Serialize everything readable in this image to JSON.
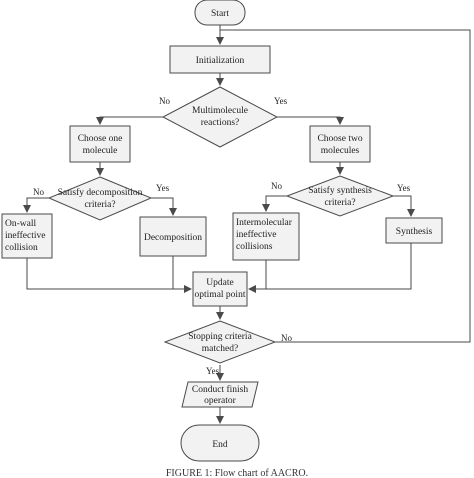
{
  "nodes": {
    "start": "Start",
    "initialization": "Initialization",
    "multimolecule_line1": "Multimolecule",
    "multimolecule_line2": "reactions?",
    "choose_one_line1": "Choose one",
    "choose_one_line2": "molecule",
    "choose_two_line1": "Choose two",
    "choose_two_line2": "molecules",
    "satisfy_decomp_line1": "Satisfy decomposition",
    "satisfy_decomp_line2": "criteria?",
    "satisfy_synth_line1": "Satisfy synthesis",
    "satisfy_synth_line2": "criteria?",
    "onwall_line1": "On-wall",
    "onwall_line2": "ineffective",
    "onwall_line3": "collision",
    "decomposition": "Decomposition",
    "intermolecular_line1": "Intermolecular",
    "intermolecular_line2": "ineffective",
    "intermolecular_line3": "collisions",
    "synthesis": "Synthesis",
    "update_line1": "Update",
    "update_line2": "optimal point",
    "stopping_line1": "Stopping criteria",
    "stopping_line2": "matched?",
    "finish_line1": "Conduct finish",
    "finish_line2": "operator",
    "end": "End"
  },
  "branch_labels": {
    "multimolecule_no": "No",
    "multimolecule_yes": "Yes",
    "decomp_no": "No",
    "decomp_yes": "Yes",
    "synth_no": "No",
    "synth_yes": "Yes",
    "stopping_no": "No",
    "stopping_yes": "Yes"
  },
  "caption": "FIGURE 1: Flow chart of AACRO."
}
